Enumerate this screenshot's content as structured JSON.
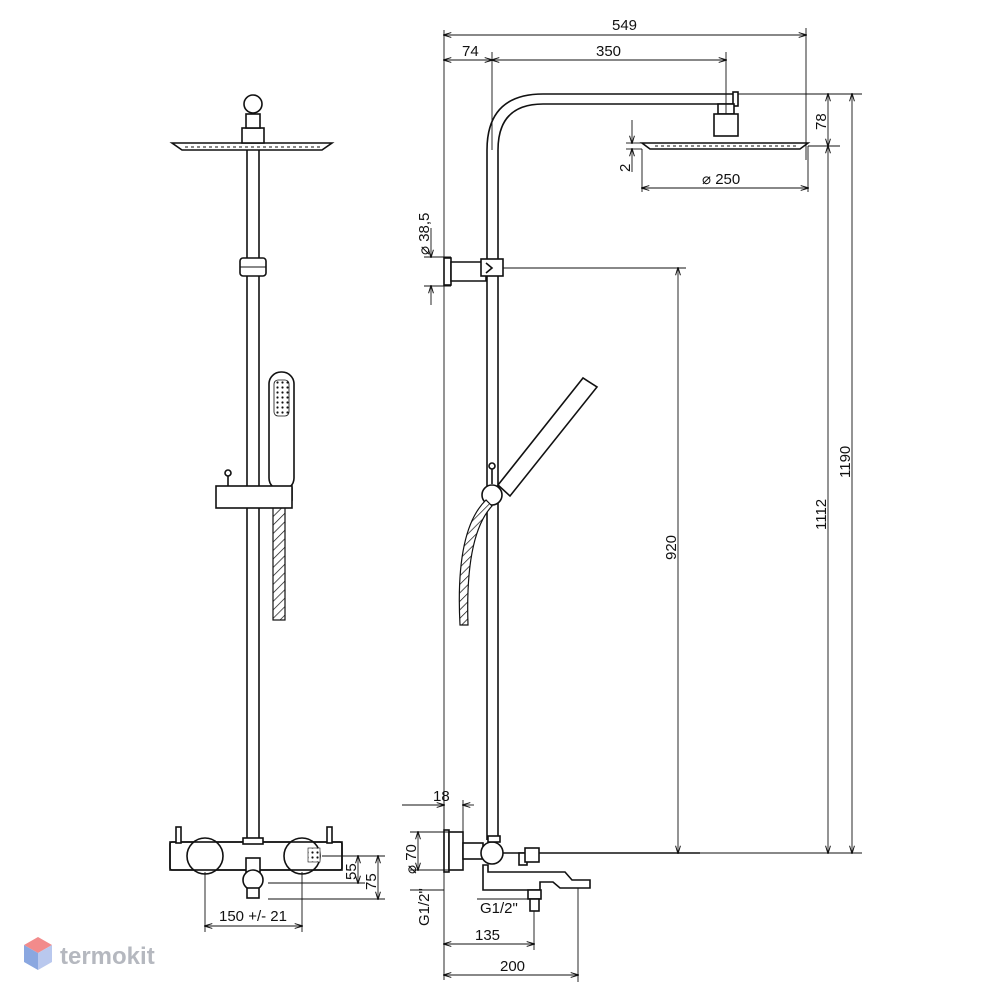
{
  "dimensions": {
    "total_width": "549",
    "wall_offset": "74",
    "arm_length": "350",
    "head_height": "78",
    "head_thickness": "2",
    "head_diameter": "⌀ 250",
    "holder_diameter": "⌀ 38,5",
    "holder_height": "920",
    "total_height": "1190",
    "head_outlet_height": "1112",
    "mixer_body_diameter": "⌀ 70",
    "mixer_depth": "18",
    "inlet_thread": "G1/2\"",
    "outlet_thread": "G1/2\"",
    "inlet_spacing": "150 +/- 21",
    "mixer_height_a": "55",
    "mixer_height_b": "75",
    "spout_offset": "135",
    "spout_length": "200"
  },
  "brand": {
    "name": "termokit"
  },
  "colors": {
    "line": "#111111",
    "brand_text": "#b5b8bf",
    "brand_logo_top": "#f28b8b",
    "brand_logo_side": "#8aa7e0"
  }
}
